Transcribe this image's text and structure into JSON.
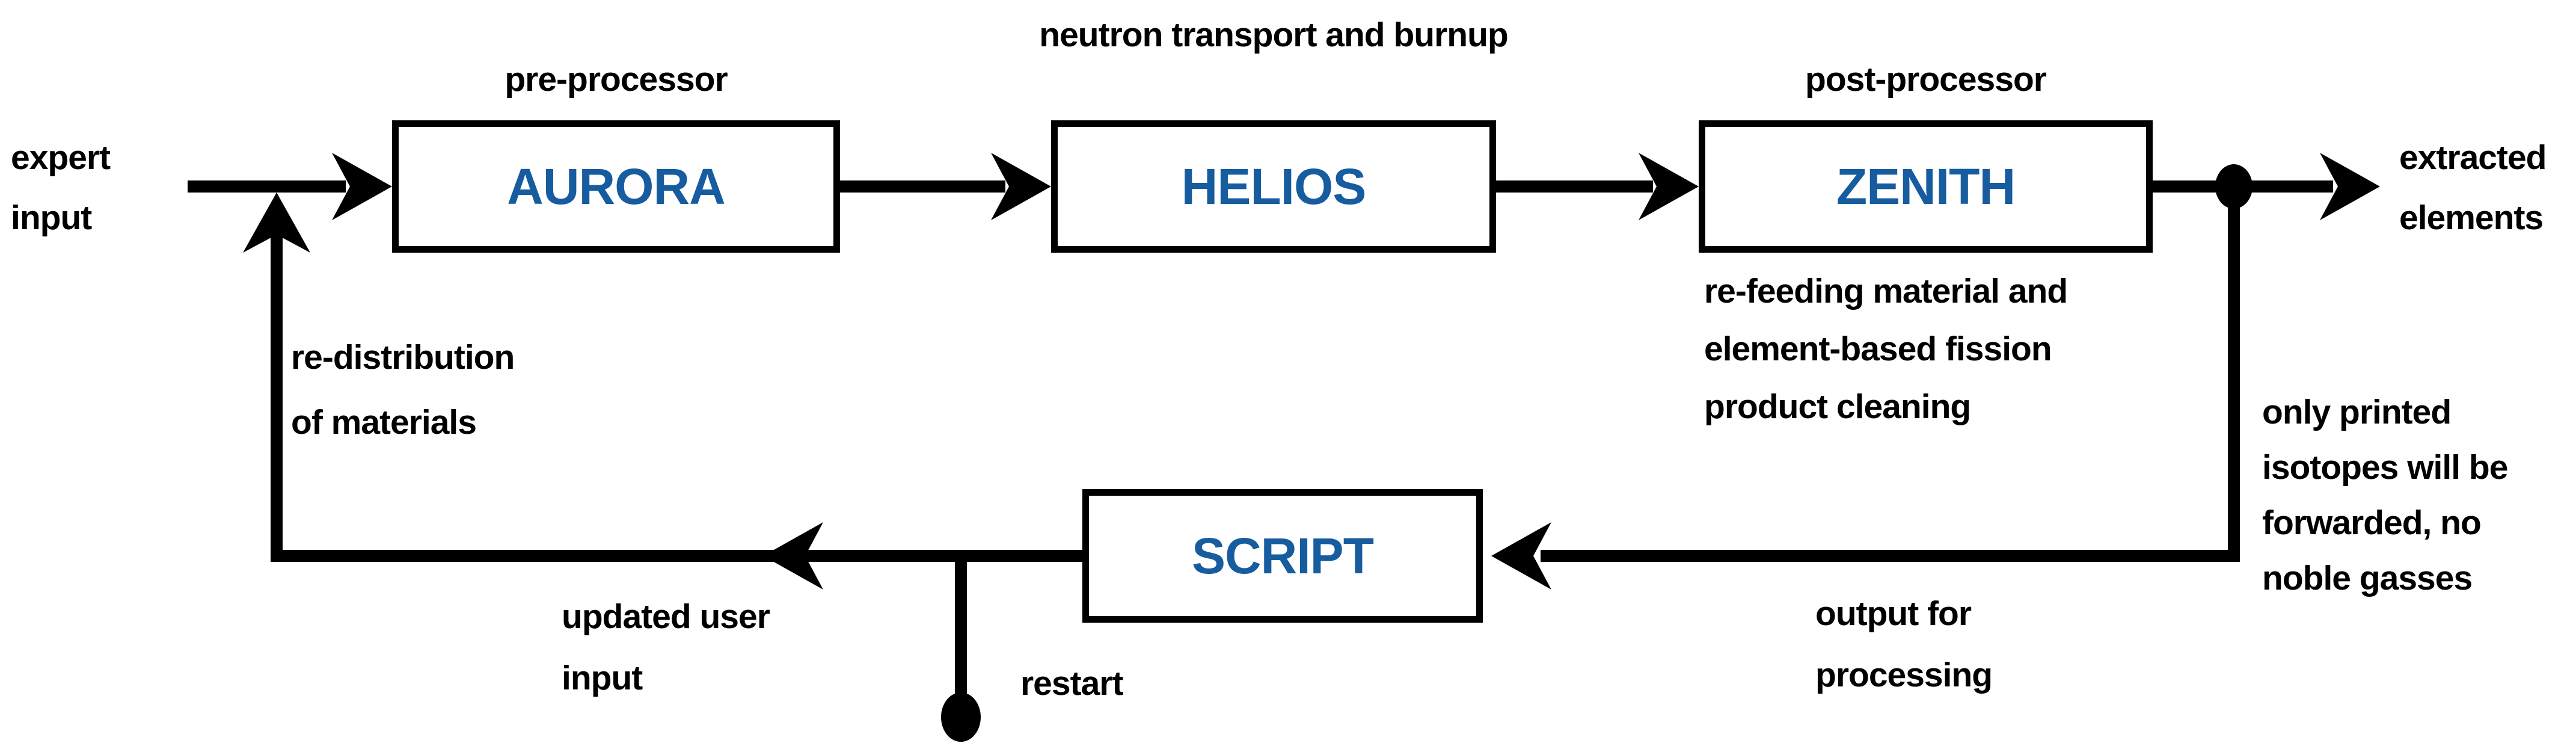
{
  "colors": {
    "accent_blue": "#165c9f",
    "line_ink": "#000000",
    "background": "#ffffff"
  },
  "boxes": {
    "aurora": {
      "title": "AURORA",
      "caption": "pre-processor"
    },
    "helios": {
      "title": "HELIOS",
      "caption": "neutron transport and burnup"
    },
    "zenith": {
      "title": "ZENITH",
      "caption": "post-processor"
    },
    "script": {
      "title": "SCRIPT"
    }
  },
  "annotations": {
    "expert_input": {
      "lines": [
        "expert",
        "input"
      ]
    },
    "extracted_elements": {
      "lines": [
        "extracted",
        "elements"
      ]
    },
    "zenith_note": {
      "lines": [
        "re-feeding material and",
        "element-based fission",
        "product cleaning"
      ]
    },
    "redistribution": {
      "lines": [
        "re-distribution",
        "of materials"
      ]
    },
    "forwarding_note": {
      "lines": [
        "only printed",
        "isotopes will be",
        "forwarded, no",
        "noble gasses"
      ]
    },
    "updated_user_input": {
      "lines": [
        "updated user",
        "input"
      ]
    },
    "output_for_processing": {
      "lines": [
        "output for",
        "processing"
      ]
    },
    "restart": {
      "label": "restart"
    }
  }
}
